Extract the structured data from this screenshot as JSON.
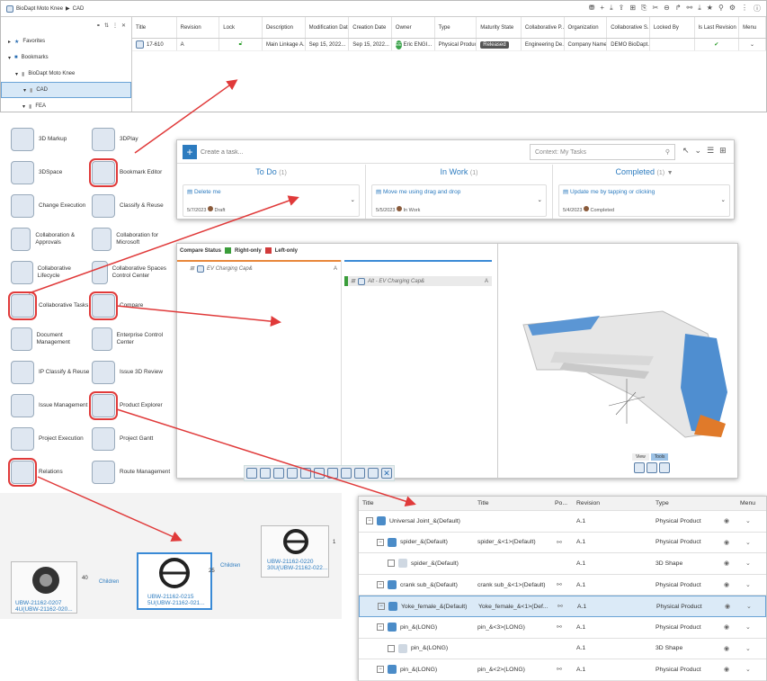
{
  "top": {
    "breadcrumb": [
      "BioDapt Moto Knee",
      "CAD"
    ],
    "columns": [
      "Title",
      "Revision",
      "Lock",
      "Description",
      "Modification Date",
      "Creation Date",
      "Owner",
      "Type",
      "Maturity State",
      "Collaborative P...",
      "Organization",
      "Collaborative S...",
      "Locked By",
      "Is Last Revision",
      "Menu"
    ],
    "row": {
      "title": "17-610",
      "revision": "A",
      "description": "Main Linkage A...",
      "modified": "Sep 15, 2022...",
      "created": "Sep 15, 2022...",
      "owner_initials": "EE",
      "owner": "Eric ENGI...",
      "type": "Physical Product",
      "maturity": "Released",
      "collab_policy": "Engineering De...",
      "organization": "Company Name",
      "collab_space": "DEMO BioDapt..."
    },
    "tree": [
      "Favorites",
      "Bookmarks",
      "BioDapt Moto Knee",
      "CAD",
      "FEA"
    ]
  },
  "apps": [
    {
      "label": "3D Markup",
      "col": 0
    },
    {
      "label": "3DPlay",
      "col": 1
    },
    {
      "label": "3DSpace",
      "col": 0
    },
    {
      "label": "Bookmark Editor",
      "col": 1
    },
    {
      "label": "Change Execution",
      "col": 0
    },
    {
      "label": "Classify & Reuse",
      "col": 1
    },
    {
      "label": "Collaboration & Approvals",
      "col": 0
    },
    {
      "label": "Collaboration for Microsoft",
      "col": 1
    },
    {
      "label": "Collaborative Lifecycle",
      "col": 0
    },
    {
      "label": "Collaborative Spaces Control Center",
      "col": 1
    },
    {
      "label": "Collaborative Tasks",
      "col": 0
    },
    {
      "label": "Compare",
      "col": 1
    },
    {
      "label": "Document Management",
      "col": 0
    },
    {
      "label": "Enterprise Control Center",
      "col": 1
    },
    {
      "label": "IP Classify & Reuse",
      "col": 0
    },
    {
      "label": "Issue 3D Review",
      "col": 1
    },
    {
      "label": "Issue Management",
      "col": 0
    },
    {
      "label": "Product Explorer",
      "col": 1
    },
    {
      "label": "Project Execution",
      "col": 0
    },
    {
      "label": "Project Gantt",
      "col": 1
    },
    {
      "label": "Relations",
      "col": 0
    },
    {
      "label": "Route Management",
      "col": 1
    }
  ],
  "tasks": {
    "create_placeholder": "Create a task...",
    "context_placeholder": "Context: My Tasks",
    "columns": [
      {
        "title": "To Do",
        "count": "(1)",
        "task": "Delete me",
        "date": "5/7/2023",
        "status": "Draft"
      },
      {
        "title": "In Work",
        "count": "(1)",
        "task": "Move me using drag and drop",
        "date": "5/5/2023",
        "status": "In Work"
      },
      {
        "title": "Completed",
        "count": "(1)",
        "task": "Update me by tapping or clicking",
        "date": "5/4/2023",
        "status": "Completed"
      }
    ]
  },
  "compare": {
    "status_label": "Compare Status",
    "right_only": "Right-only",
    "left_only": "Left-only",
    "left_item": "EV Charging Cap&",
    "left_rev": "A",
    "right_item": "Alt - EV Charging Cap&",
    "right_rev": "A",
    "view_tabs": [
      "View",
      "Tools"
    ]
  },
  "relations": {
    "edge_label": "Children",
    "left_node": {
      "id": "UBW-21162-0207",
      "sub": "4U(UBW-21162-020...",
      "count": "40"
    },
    "center_node": {
      "id": "UBW-21162-0215",
      "sub": "5U(UBW-21162-021...",
      "count": "25"
    },
    "right_node": {
      "id": "UBW-21162-0220",
      "sub": "30U(UBW-21162-022...",
      "count": "1"
    }
  },
  "product": {
    "headers": [
      "Title",
      "Title",
      "Po...",
      "Revision",
      "Type",
      "",
      "Menu"
    ],
    "rows": [
      {
        "title": "Universal Joint_&(Default)",
        "inst": "",
        "rev": "A.1",
        "type": "Physical Product",
        "indent": 0
      },
      {
        "title": "spider_&(Default)",
        "inst": "spider_&<1>(Default)",
        "rev": "A.1",
        "type": "Physical Product",
        "indent": 1
      },
      {
        "title": "spider_&(Default)",
        "inst": "",
        "rev": "A.1",
        "type": "3D Shape",
        "indent": 2
      },
      {
        "title": "crank sub_&(Default)",
        "inst": "crank sub_&<1>(Default)",
        "rev": "A.1",
        "type": "Physical Product",
        "indent": 1
      },
      {
        "title": "Yoke_female_&(Default)",
        "inst": "Yoke_female_&<1>(Def...",
        "rev": "A.1",
        "type": "Physical Product",
        "indent": 1
      },
      {
        "title": "pin_&(LONG)",
        "inst": "pin_&<3>(LONG)",
        "rev": "A.1",
        "type": "Physical Product",
        "indent": 1
      },
      {
        "title": "pin_&(LONG)",
        "inst": "",
        "rev": "A.1",
        "type": "3D Shape",
        "indent": 2
      },
      {
        "title": "pin_&(LONG)",
        "inst": "pin_&<2>(LONG)",
        "rev": "A.1",
        "type": "Physical Product",
        "indent": 1
      }
    ]
  }
}
